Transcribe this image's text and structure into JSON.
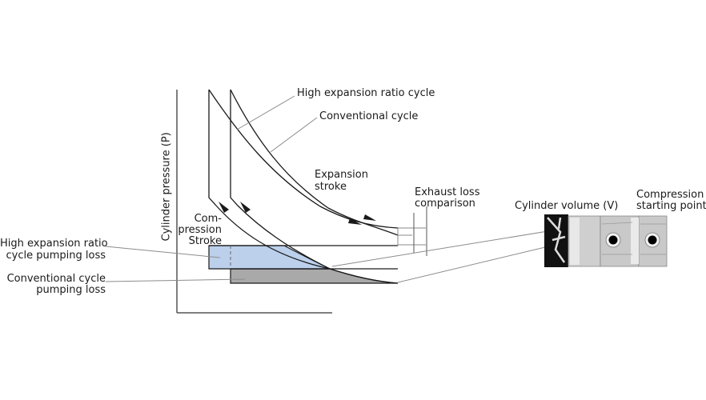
{
  "diagram": {
    "y_axis_label": "Cylinder pressure (P)",
    "labels": {
      "high_expansion_cycle": "High expansion ratio cycle",
      "conventional_cycle": "Conventional cycle",
      "expansion_stroke_1": "Expansion",
      "expansion_stroke_2": "stroke",
      "exhaust_loss_1": "Exhaust loss",
      "exhaust_loss_2": "comparison",
      "compression_stroke_1": "Com-",
      "compression_stroke_2": "pression",
      "compression_stroke_3": "Stroke",
      "high_pumping_loss_1": "High expansion ratio",
      "high_pumping_loss_2": "cycle pumping loss",
      "conv_pumping_loss_1": "Conventional cycle",
      "conv_pumping_loss_2": "pumping loss",
      "cylinder_volume": "Cylinder volume (V)",
      "compression_start_1": "Compression",
      "compression_start_2": "starting point"
    },
    "colors": {
      "high_pumping_fill": "#bcd0ec",
      "conv_pumping_fill": "#a9a9a9",
      "curve": "#1a1a1a",
      "leader": "#8c8c8c"
    }
  }
}
